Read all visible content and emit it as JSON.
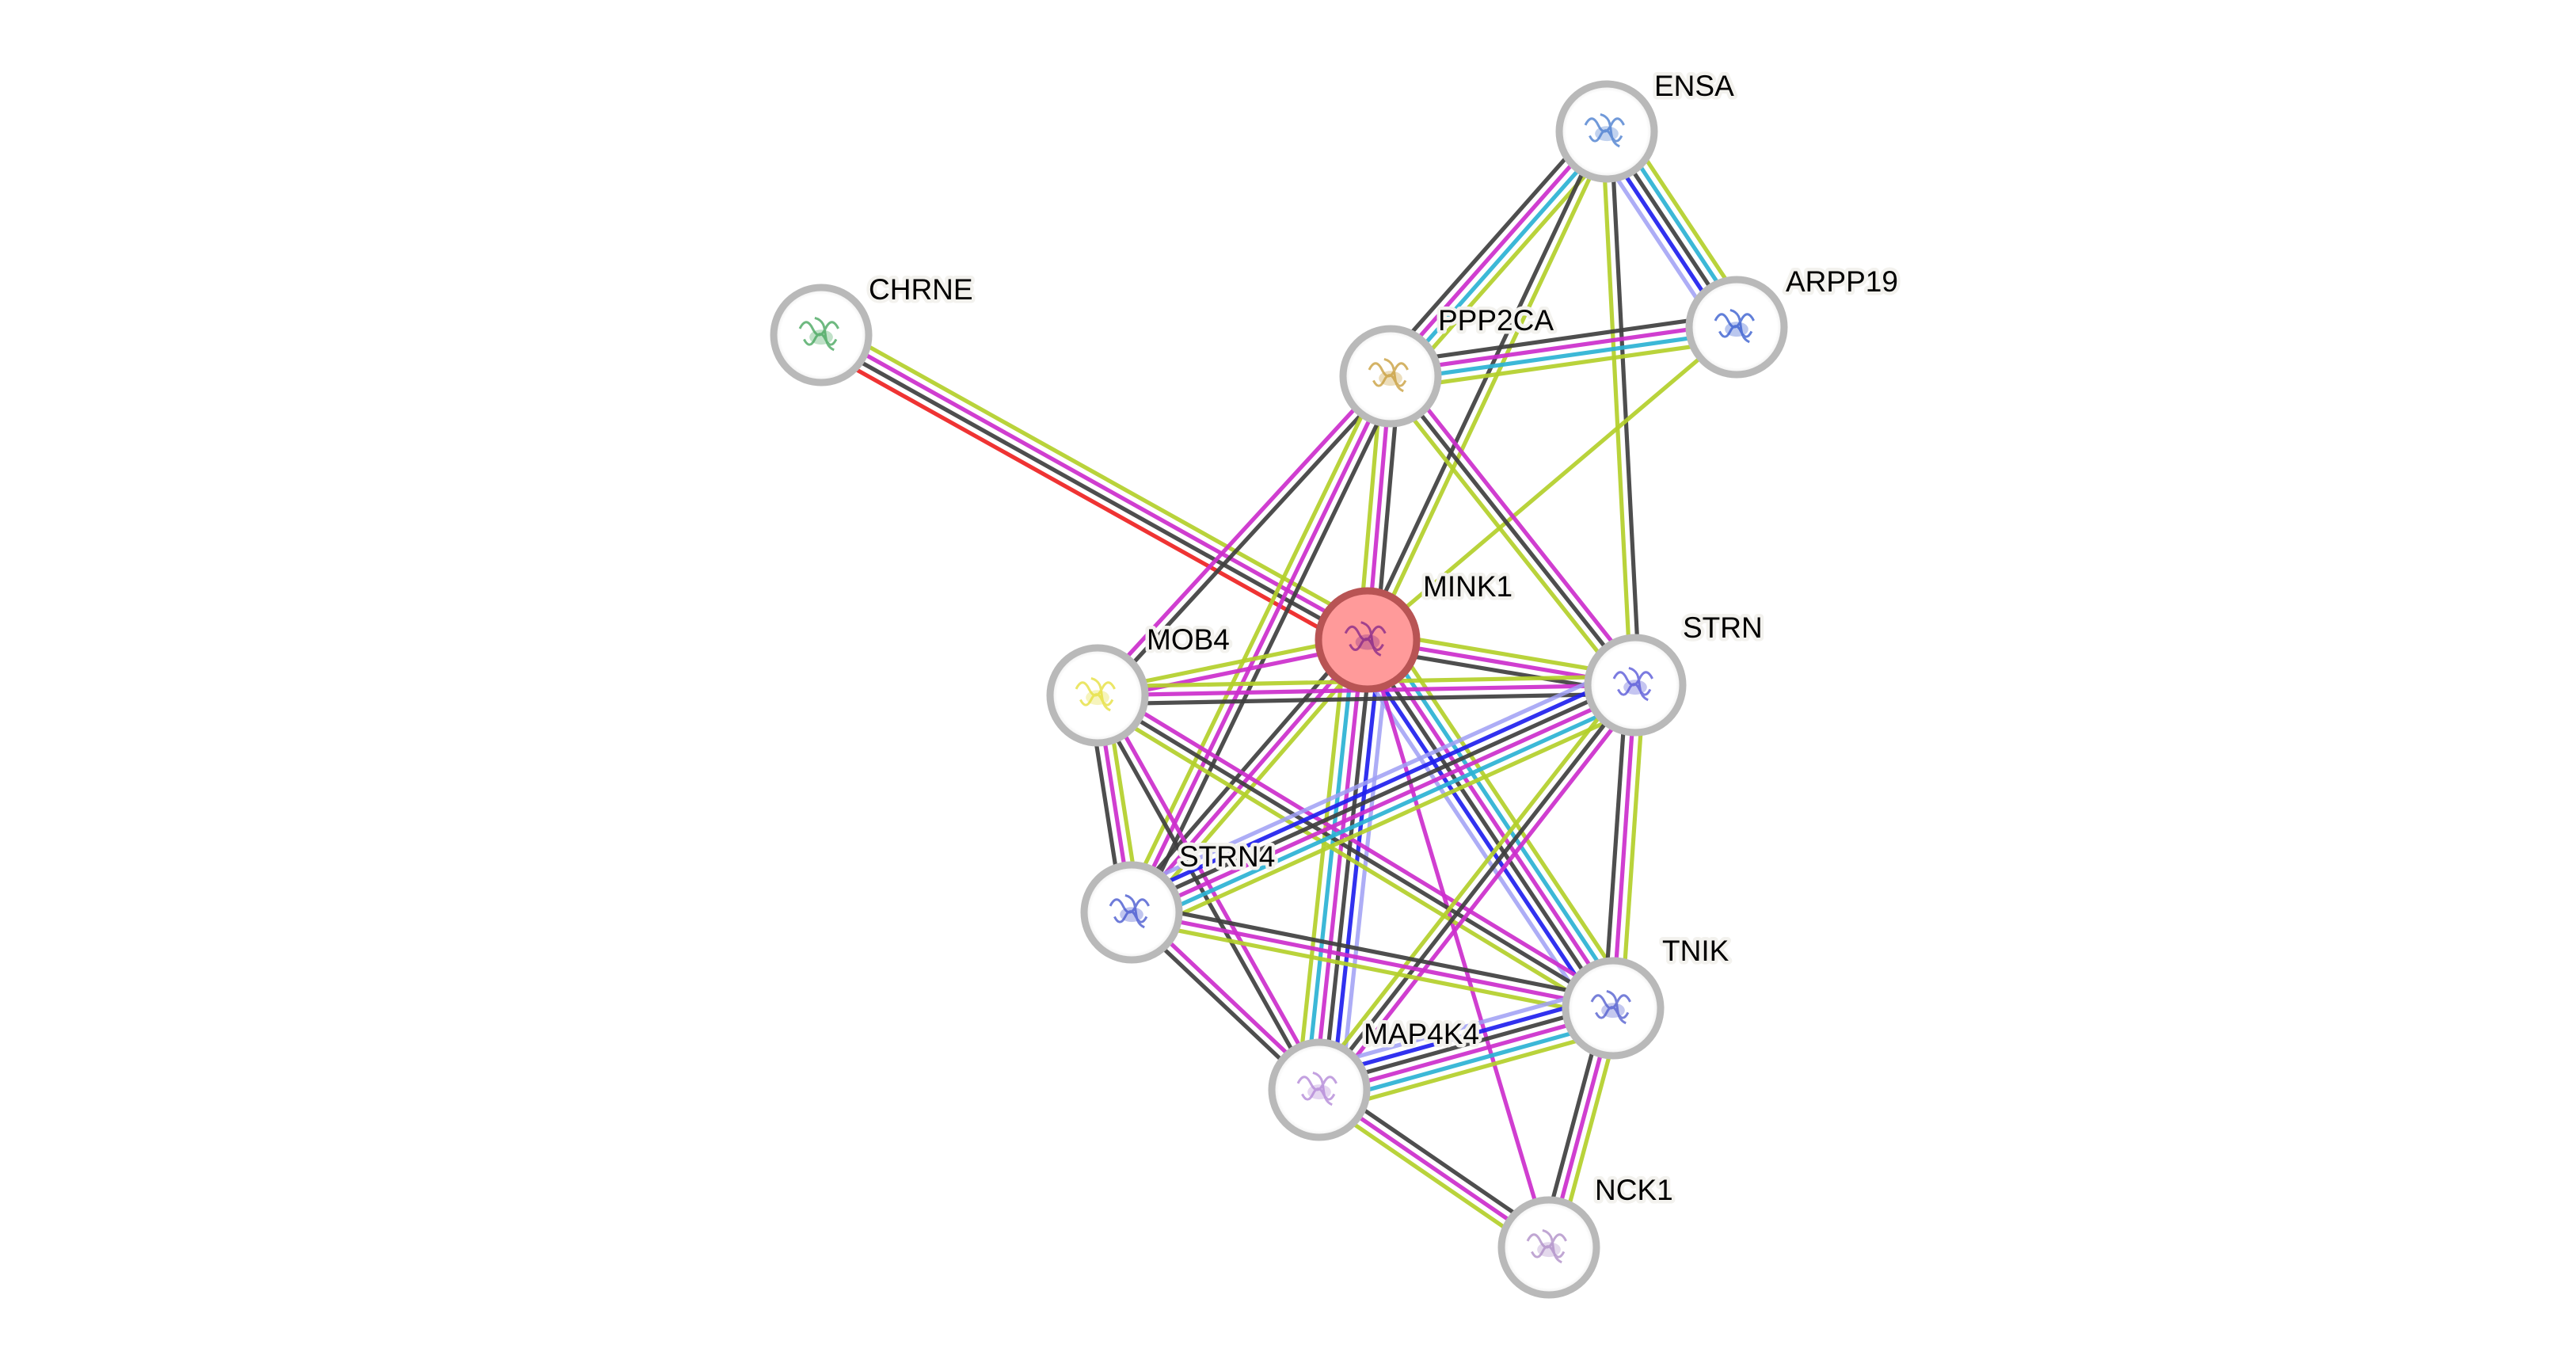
{
  "title": "Protein interaction network",
  "query_protein": "MINK1",
  "evidence_colors": {
    "database": "#2bb2d4",
    "experimental": "#cc2ecc",
    "textmining": "#b3cf2a",
    "coexpression": "#3f3f3f",
    "gene_fusion": "#ee2222",
    "cooccurrence": "#1f1fee",
    "homology": "#9f9ff5"
  },
  "nodes": [
    {
      "id": "MINK1",
      "label": "MINK1",
      "query": true,
      "structure_color": "#8a2b8a"
    },
    {
      "id": "ENSA",
      "label": "ENSA",
      "query": false,
      "structure_color": "#4c7fd0"
    },
    {
      "id": "ARPP19",
      "label": "ARPP19",
      "query": false,
      "structure_color": "#3a5fd0"
    },
    {
      "id": "CHRNE",
      "label": "CHRNE",
      "query": false,
      "structure_color": "#4aa860"
    },
    {
      "id": "PPP2CA",
      "label": "PPP2CA",
      "query": false,
      "structure_color": "#c9a040"
    },
    {
      "id": "MOB4",
      "label": "MOB4",
      "query": false,
      "structure_color": "#e6e040"
    },
    {
      "id": "STRN",
      "label": "STRN",
      "query": false,
      "structure_color": "#5a5ad8"
    },
    {
      "id": "STRN4",
      "label": "STRN4",
      "query": false,
      "structure_color": "#4a5ad0"
    },
    {
      "id": "TNIK",
      "label": "TNIK",
      "query": false,
      "structure_color": "#5560d0"
    },
    {
      "id": "MAP4K4",
      "label": "MAP4K4",
      "query": false,
      "structure_color": "#b48ad8"
    },
    {
      "id": "NCK1",
      "label": "NCK1",
      "query": false,
      "structure_color": "#b090c8"
    }
  ],
  "edges": [
    {
      "a": "CHRNE",
      "b": "MINK1",
      "evidence": [
        "textmining",
        "experimental",
        "coexpression",
        "gene_fusion"
      ]
    },
    {
      "a": "ENSA",
      "b": "PPP2CA",
      "evidence": [
        "textmining",
        "database",
        "experimental",
        "coexpression"
      ]
    },
    {
      "a": "ENSA",
      "b": "MINK1",
      "evidence": [
        "textmining",
        "coexpression"
      ]
    },
    {
      "a": "ENSA",
      "b": "STRN",
      "evidence": [
        "coexpression",
        "textmining"
      ]
    },
    {
      "a": "ENSA",
      "b": "ARPP19",
      "evidence": [
        "textmining",
        "database",
        "coexpression",
        "cooccurrence",
        "homology"
      ]
    },
    {
      "a": "PPP2CA",
      "b": "ARPP19",
      "evidence": [
        "coexpression",
        "experimental",
        "database",
        "textmining"
      ]
    },
    {
      "a": "ARPP19",
      "b": "MINK1",
      "evidence": [
        "textmining"
      ]
    },
    {
      "a": "PPP2CA",
      "b": "MINK1",
      "evidence": [
        "coexpression",
        "experimental",
        "textmining"
      ]
    },
    {
      "a": "PPP2CA",
      "b": "STRN",
      "evidence": [
        "experimental",
        "coexpression",
        "textmining"
      ]
    },
    {
      "a": "PPP2CA",
      "b": "MOB4",
      "evidence": [
        "coexpression",
        "experimental"
      ]
    },
    {
      "a": "PPP2CA",
      "b": "STRN4",
      "evidence": [
        "coexpression",
        "experimental",
        "textmining"
      ]
    },
    {
      "a": "MINK1",
      "b": "MOB4",
      "evidence": [
        "experimental",
        "textmining"
      ]
    },
    {
      "a": "MINK1",
      "b": "STRN",
      "evidence": [
        "textmining",
        "experimental",
        "coexpression"
      ]
    },
    {
      "a": "MINK1",
      "b": "STRN4",
      "evidence": [
        "textmining",
        "experimental",
        "coexpression"
      ]
    },
    {
      "a": "MINK1",
      "b": "MAP4K4",
      "evidence": [
        "homology",
        "cooccurrence",
        "coexpression",
        "experimental",
        "database",
        "textmining"
      ]
    },
    {
      "a": "MINK1",
      "b": "TNIK",
      "evidence": [
        "textmining",
        "database",
        "experimental",
        "coexpression",
        "cooccurrence",
        "homology"
      ]
    },
    {
      "a": "MINK1",
      "b": "NCK1",
      "evidence": [
        "experimental"
      ]
    },
    {
      "a": "MOB4",
      "b": "STRN",
      "evidence": [
        "textmining",
        "experimental",
        "coexpression"
      ]
    },
    {
      "a": "MOB4",
      "b": "STRN4",
      "evidence": [
        "textmining",
        "experimental",
        "coexpression"
      ]
    },
    {
      "a": "MOB4",
      "b": "MAP4K4",
      "evidence": [
        "experimental",
        "coexpression"
      ]
    },
    {
      "a": "MOB4",
      "b": "TNIK",
      "evidence": [
        "experimental",
        "coexpression",
        "textmining"
      ]
    },
    {
      "a": "STRN",
      "b": "STRN4",
      "evidence": [
        "textmining",
        "database",
        "experimental",
        "coexpression",
        "cooccurrence",
        "homology"
      ]
    },
    {
      "a": "STRN",
      "b": "TNIK",
      "evidence": [
        "textmining",
        "experimental",
        "coexpression"
      ]
    },
    {
      "a": "STRN",
      "b": "MAP4K4",
      "evidence": [
        "experimental",
        "coexpression",
        "textmining"
      ]
    },
    {
      "a": "STRN4",
      "b": "TNIK",
      "evidence": [
        "coexpression",
        "experimental",
        "textmining"
      ]
    },
    {
      "a": "STRN4",
      "b": "MAP4K4",
      "evidence": [
        "experimental",
        "coexpression"
      ]
    },
    {
      "a": "MAP4K4",
      "b": "TNIK",
      "evidence": [
        "homology",
        "cooccurrence",
        "coexpression",
        "experimental",
        "database",
        "textmining"
      ]
    },
    {
      "a": "MAP4K4",
      "b": "NCK1",
      "evidence": [
        "coexpression",
        "experimental",
        "textmining"
      ]
    },
    {
      "a": "TNIK",
      "b": "NCK1",
      "evidence": [
        "textmining",
        "experimental",
        "coexpression"
      ]
    }
  ]
}
